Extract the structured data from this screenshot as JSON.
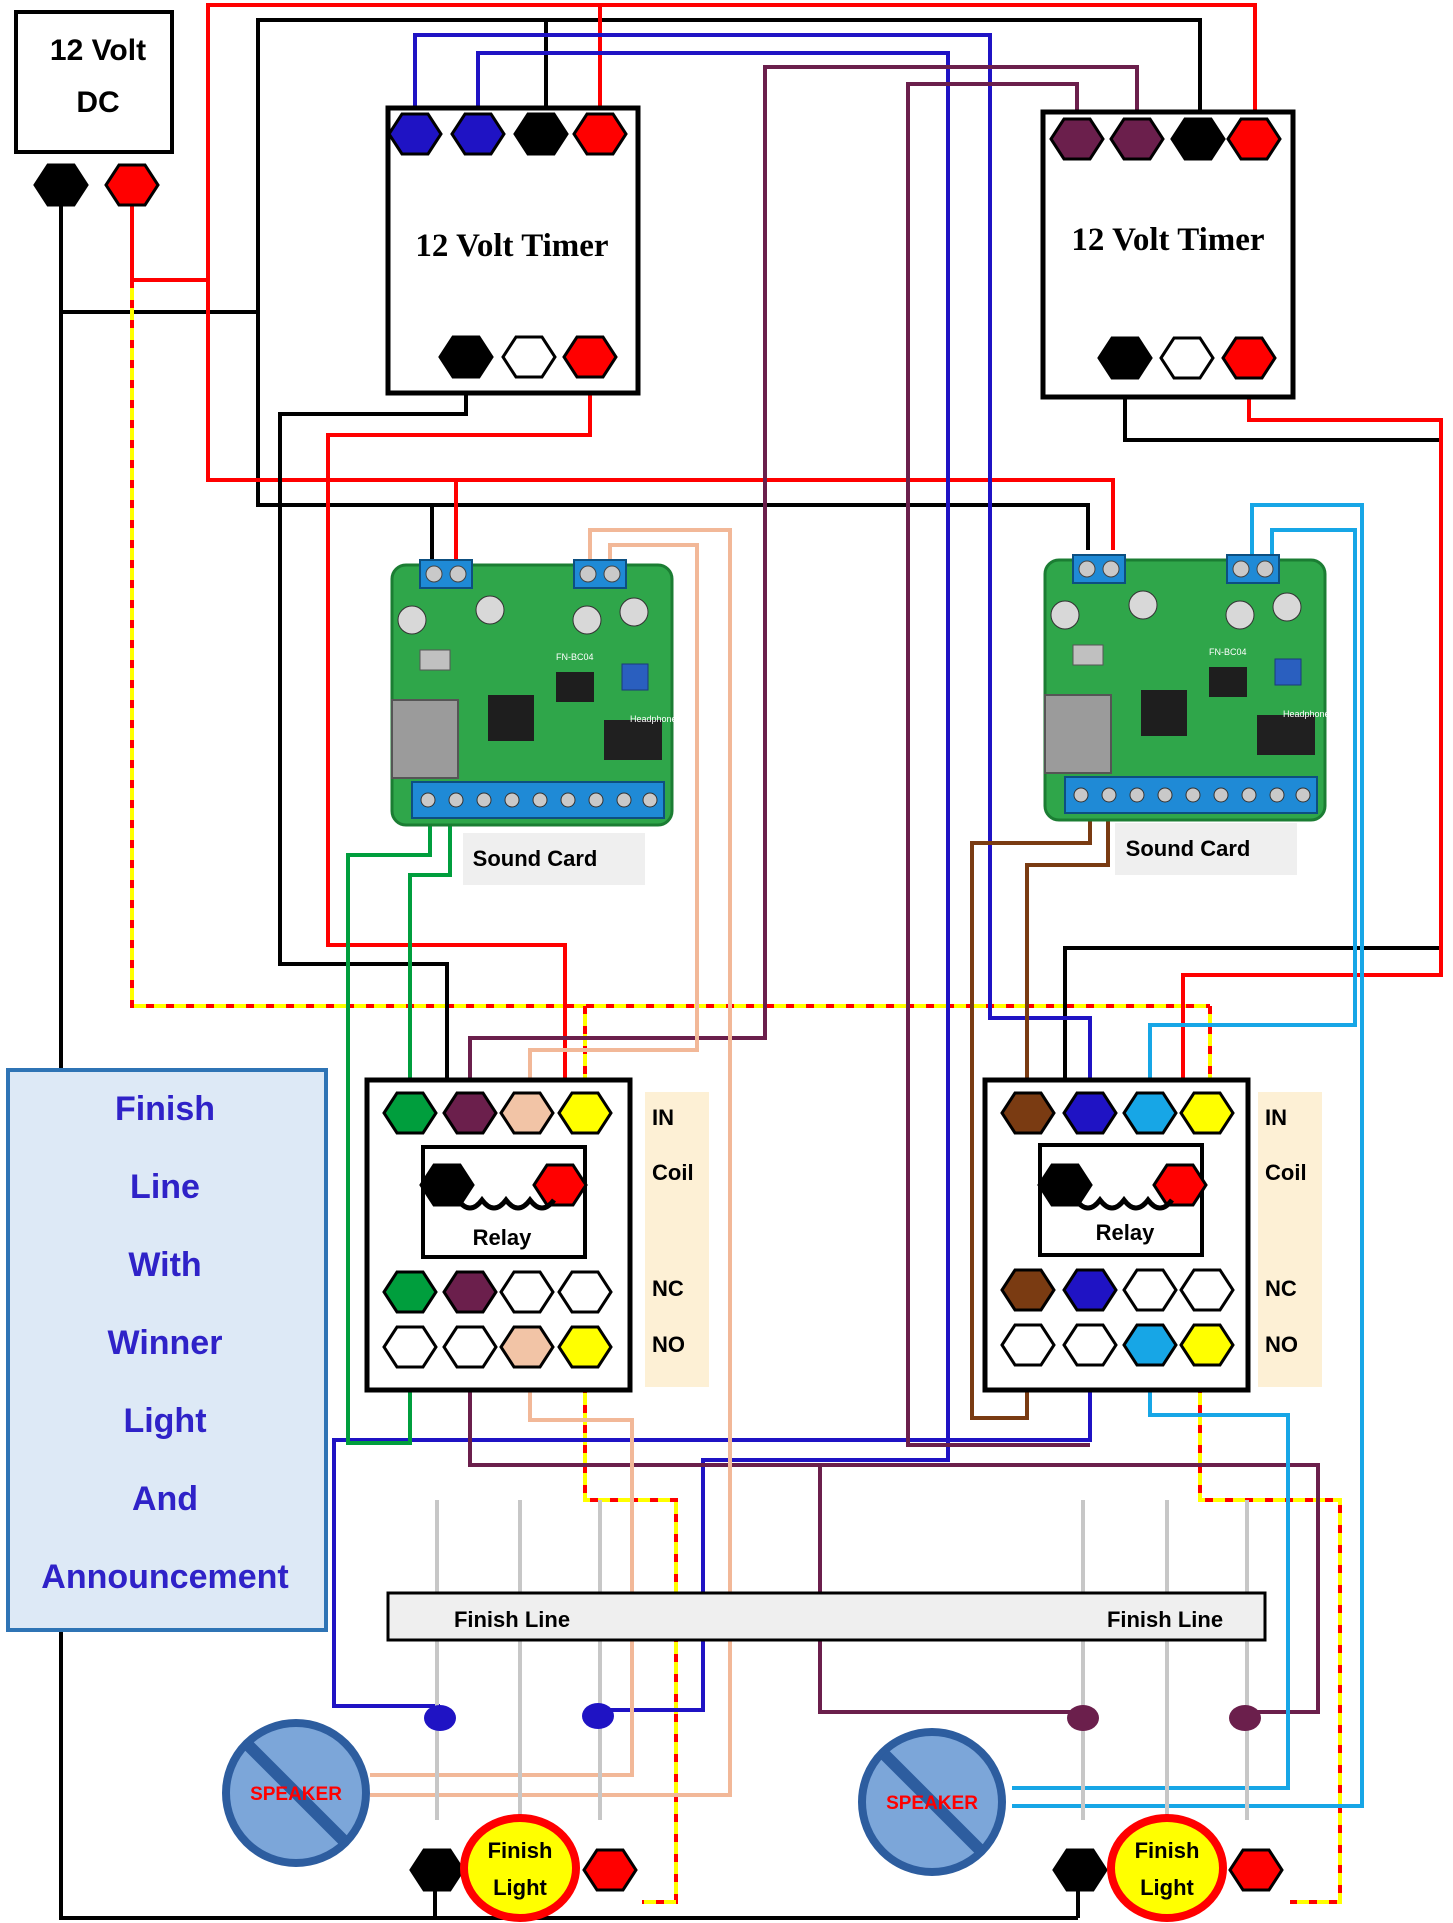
{
  "power_supply": {
    "line1": "12 Volt",
    "line2": "DC"
  },
  "timer_label": "12 Volt Timer",
  "sound_card_label": "Sound Card",
  "relay_label": "Relay",
  "relay_side_labels": {
    "in": "IN",
    "coil": "Coil",
    "nc": "NC",
    "no": "NO"
  },
  "chip_texts": {
    "silk1": "Headphone",
    "silk2": "FN-BC04"
  },
  "finish_line_label": "Finish Line",
  "speaker_label": "SPEAKER",
  "finish_light": {
    "line1": "Finish",
    "line2": "Light"
  },
  "title_panel": [
    "Finish",
    "Line",
    "With",
    "Winner",
    "Light",
    "And",
    "Announcement"
  ],
  "colors": {
    "red": "#ff0000",
    "black": "#000000",
    "blue": "#1f13c4",
    "purple": "#6b1f4c",
    "green": "#009e3d",
    "peach": "#f2b898",
    "yellow": "#ffff00",
    "brown": "#7a3b12",
    "cyan": "#17a6e6",
    "pcb": "#2fa64a",
    "panel_fill": "#dde9f6",
    "panel_border": "#2f74b5",
    "title_text": "#2f22c8",
    "label_bg": "#fdf0d5",
    "speaker_fill": "#7ca6d9",
    "speaker_ring": "#2d5d9f"
  }
}
